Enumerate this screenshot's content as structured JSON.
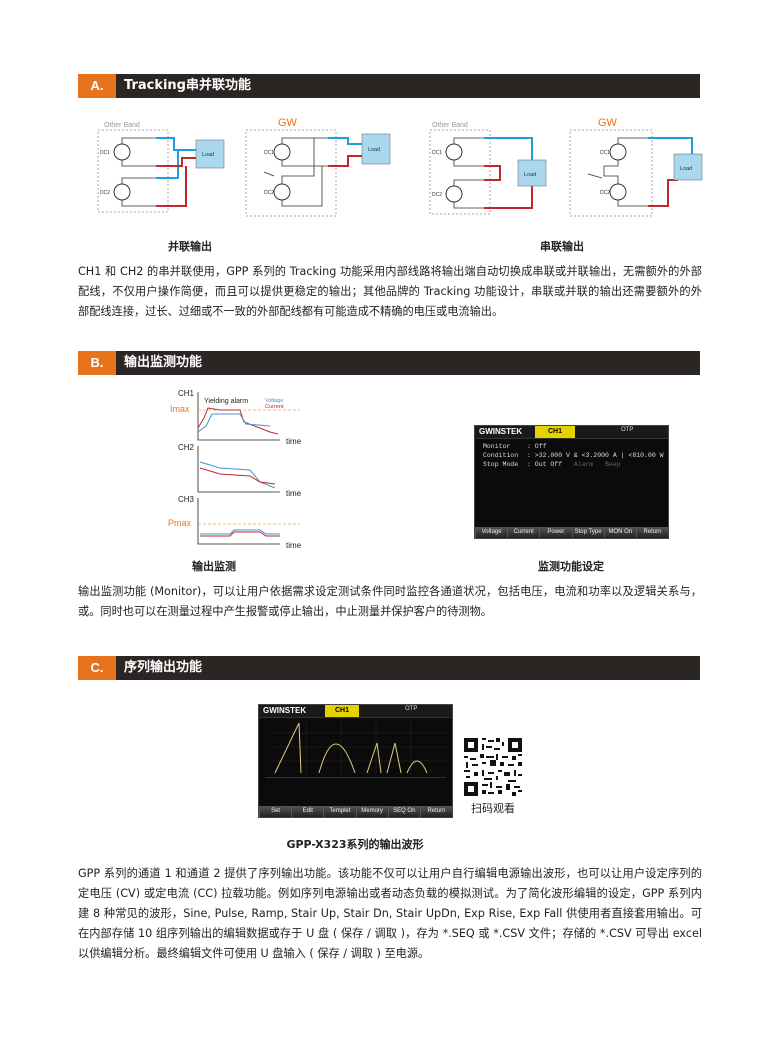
{
  "sectionA": {
    "letter": "A.",
    "title": "Tracking串并联功能",
    "diagrams": {
      "other_brand": "Other Band",
      "gw": "GW",
      "load": "Load",
      "dc1": "DC1",
      "dc2": "DC2"
    },
    "captions": {
      "parallel": "并联输出",
      "series": "串联输出"
    },
    "paragraph": "CH1 和 CH2 的串并联使用，GPP 系列的 Tracking 功能采用内部线路将输出端自动切换成串联或并联输出，无需额外的外部配线，不仅用户操作简便，而且可以提供更稳定的输出；其他品牌的 Tracking 功能设计，串联或并联的输出还需要额外的外部配线连接，过长、过细或不一致的外部配线都有可能造成不精确的电压或电流输出。"
  },
  "sectionB": {
    "letter": "B.",
    "title": "输出监测功能",
    "graph": {
      "ch1": "CH1",
      "ch2": "CH2",
      "ch3": "CH3",
      "imax": "Imax",
      "pmax": "Pmax",
      "yielding": "Yielding alarm",
      "voltage": "Voltage",
      "current": "Current",
      "time": "time"
    },
    "screen": {
      "logo": "GWINSTEK",
      "channel": "CH1",
      "otp": "OTP",
      "monitor_label": "Monitor",
      "monitor_value": ": Off",
      "condition_label": "Condition",
      "condition_value": ": >32.000 V & <3.2000 A | <810.00 W",
      "stop_label": "Stop Mode",
      "stop_value": ": Out Off",
      "stop_opt1": "Alarm",
      "stop_opt2": "Beep",
      "softkeys": [
        "Voltage",
        "Current",
        "Power",
        "Stop Type",
        "MON On",
        "Return"
      ]
    },
    "captions": {
      "monitor": "输出监测",
      "settings": "监测功能设定"
    },
    "paragraph": "输出监测功能 (Monitor)，可以让用户依据需求设定测试条件同时监控各通道状况，包括电压，电流和功率以及逻辑关系与，或。同时也可以在测量过程中产生报警或停止输出，中止测量并保护客户的待测物。"
  },
  "sectionC": {
    "letter": "C.",
    "title": "序列输出功能",
    "screen": {
      "logo": "GWINSTEK",
      "channel": "CH1",
      "otp": "OTP",
      "softkeys": [
        "Set",
        "Edit",
        "Templet",
        "Memory",
        "SEQ On",
        "Return"
      ]
    },
    "qr_label": "扫码观看",
    "caption": "GPP-X323系列的输出波形",
    "paragraph": "GPP 系列的通道 1 和通道 2 提供了序列输出功能。该功能不仅可以让用户自行编辑电源输出波形，也可以让用户设定序列的定电压 (CV) 或定电流 (CC) 拉载功能。例如序列电源输出或者动态负载的模拟测试。为了简化波形编辑的设定，GPP 系列内建 8 种常见的波形，Sine, Pulse, Ramp, Stair Up, Stair Dn, Stair UpDn, Exp Rise, Exp Fall 供使用者直接套用输出。可在内部存储 10 组序列输出的编辑数据或存于 U 盘 ( 保存 / 调取 )，存为 *.SEQ 或 *.CSV 文件；存储的 *.CSV 可导出 excel 以供编辑分析。最终编辑文件可使用 U 盘输入 ( 保存 / 调取 ) 至电源。"
  },
  "colors": {
    "accent": "#e8731d",
    "bar": "#2b2523",
    "wire_blue": "#1e9fd8",
    "wire_red": "#c0282d",
    "load_fill": "#a9d8ef"
  }
}
